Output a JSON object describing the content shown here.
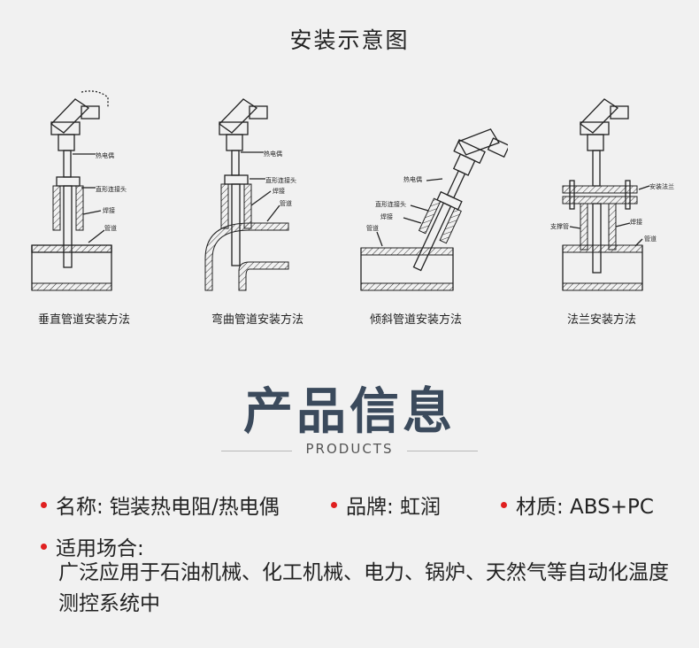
{
  "install": {
    "title": "安装示意图",
    "methods": [
      {
        "caption": "垂直管道安装方法",
        "labels": [
          "热电偶",
          "直形连接头",
          "焊接",
          "管道"
        ]
      },
      {
        "caption": "弯曲管道安装方法",
        "labels": [
          "热电偶",
          "直形连接头",
          "焊接",
          "管道"
        ]
      },
      {
        "caption": "倾斜管道安装方法",
        "labels": [
          "热电偶",
          "直形连接头",
          "焊接",
          "管道"
        ]
      },
      {
        "caption": "法兰安装方法",
        "labels": [
          "安装法兰",
          "支撑管",
          "焊接",
          "管道"
        ]
      }
    ]
  },
  "products": {
    "title": "产品信息",
    "subtitle": "PRODUCTS",
    "name": "名称: 铠装热电阻/热电偶",
    "brand": "品牌: 虹润",
    "material": "材质: ABS+PC",
    "usage_label": "适用场合:",
    "usage_text": "广泛应用于石油机械、化工机械、电力、锅炉、天然气等自动化温度测控系统中"
  },
  "colors": {
    "accent_dot": "#e02020",
    "title_color": "#3b4a5c",
    "background": "#f1f1f1"
  }
}
